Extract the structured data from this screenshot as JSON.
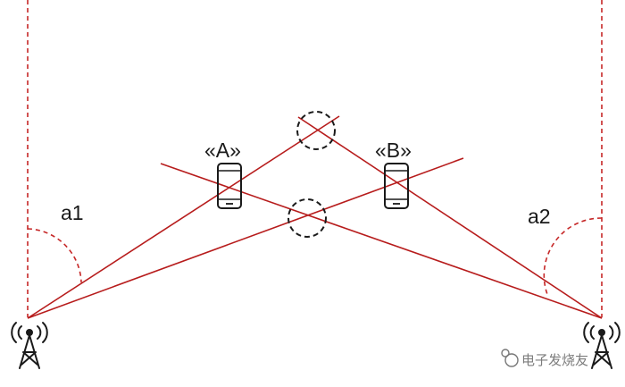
{
  "labels": {
    "a1": "a1",
    "a2": "a2",
    "phone_a": "«A»",
    "phone_b": "«B»"
  },
  "watermark": {
    "text": "电子发烧友"
  },
  "colors": {
    "ray": "#b71c1c",
    "boundary": "#c62828",
    "angle_arc": "#c62828",
    "circle": "#1a1a1a",
    "tower": "#1a1a1a",
    "phone": "#1a1a1a",
    "text": "#1a1a1a"
  },
  "icons": {
    "left_tower": "cell-tower-icon",
    "right_tower": "cell-tower-icon",
    "phone_a": "smartphone-icon",
    "phone_b": "smartphone-icon"
  }
}
